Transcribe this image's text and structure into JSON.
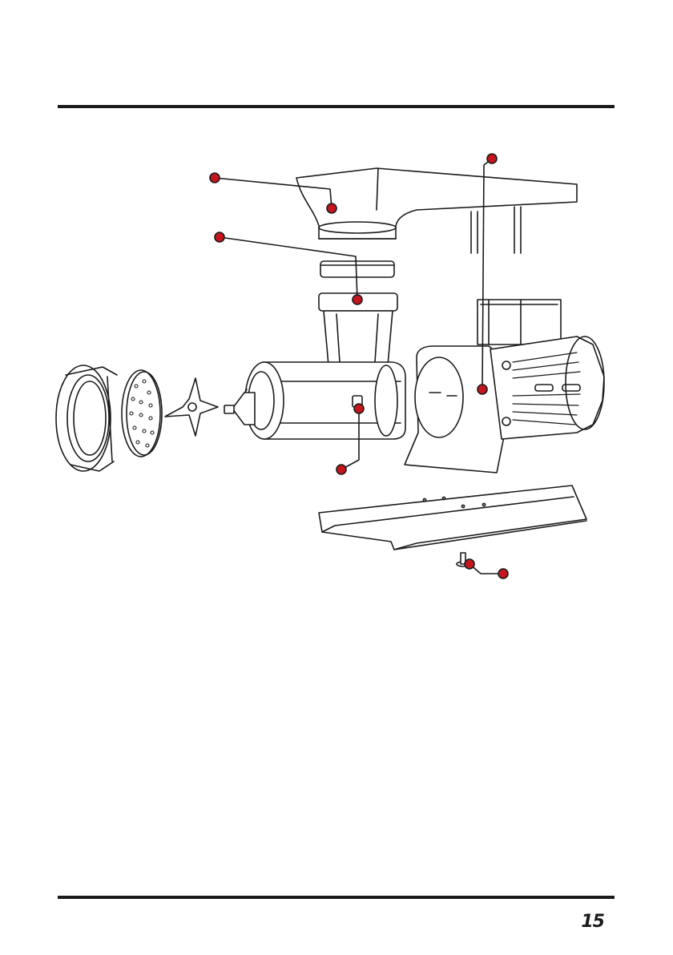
{
  "page": {
    "number": "15"
  },
  "colors": {
    "callout": "#c4161c",
    "ink": "#1a1a1a"
  },
  "diagram": {
    "callouts": [
      {
        "id": "feed-tray"
      },
      {
        "id": "feed-throat"
      },
      {
        "id": "motor-housing"
      },
      {
        "id": "lock-knob"
      },
      {
        "id": "base-screw"
      }
    ]
  }
}
